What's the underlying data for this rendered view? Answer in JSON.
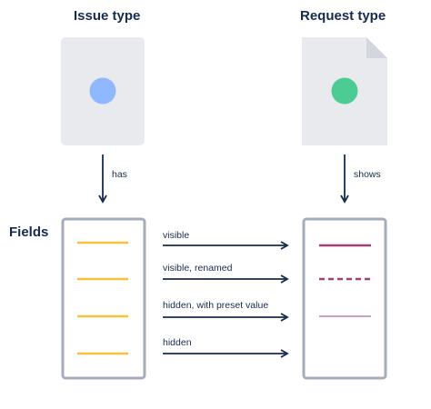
{
  "issue_type": {
    "title": "Issue type",
    "color": "#8FB8FF"
  },
  "request_type": {
    "title": "Request type",
    "color": "#4CCB93"
  },
  "fields_title": "Fields",
  "connectors": {
    "left": "has",
    "right": "shows"
  },
  "mappings": [
    {
      "label": "visible",
      "target_style": "solid-thick"
    },
    {
      "label": "visible, renamed",
      "target_style": "dashed"
    },
    {
      "label": "hidden, with preset value",
      "target_style": "thin"
    },
    {
      "label": "hidden",
      "target_style": "none"
    }
  ],
  "colors": {
    "dark": "#172B4D",
    "card_fill": "#E9EAEE",
    "panel_border": "#A5ADBA",
    "issue_field_line": "#F5C43A",
    "request_field_line": "#A63E72"
  }
}
